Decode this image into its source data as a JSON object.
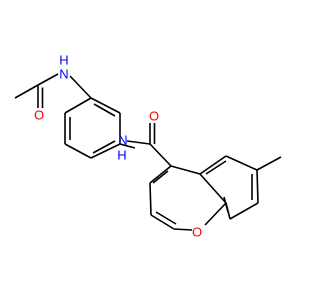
{
  "molecule": {
    "atoms": {
      "nh_acetamide": {
        "symbol": "N",
        "h": "H",
        "color": "#0000ff"
      },
      "o_acetyl": {
        "symbol": "O",
        "color": "#ff0000"
      },
      "nh_amide": {
        "symbol": "N",
        "h": "H",
        "color": "#0000ff"
      },
      "o_carbonyl": {
        "symbol": "O",
        "color": "#ff0000"
      },
      "o_ring": {
        "symbol": "O",
        "color": "#ff0000"
      }
    },
    "bond_color": "#000000",
    "background": "#ffffff"
  }
}
